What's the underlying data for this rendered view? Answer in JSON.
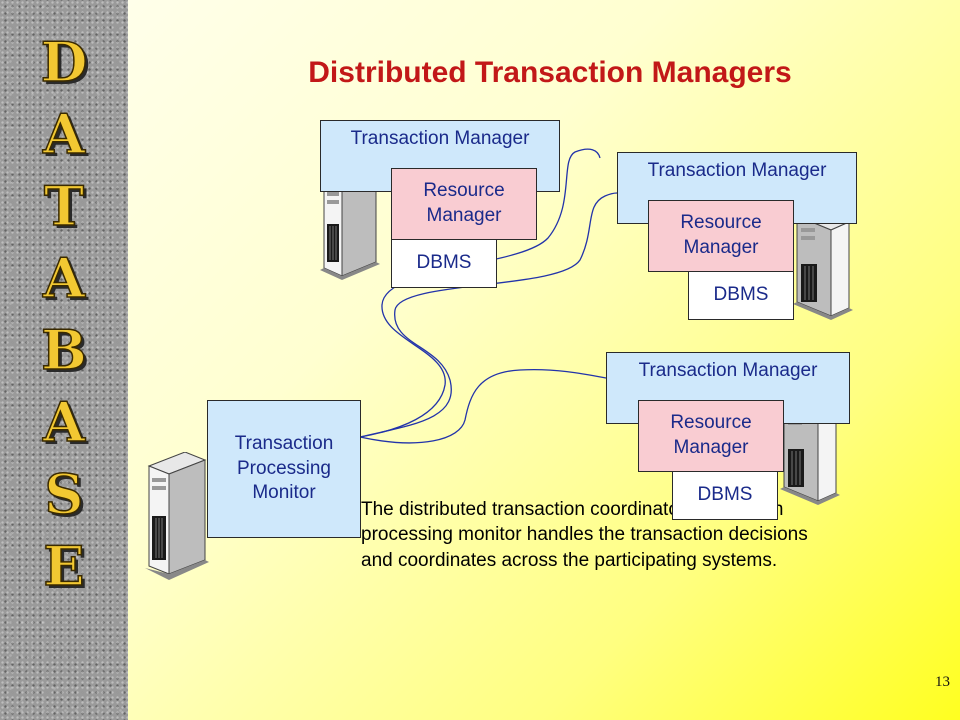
{
  "sidebar": {
    "letters": [
      "D",
      "A",
      "T",
      "A",
      "B",
      "A",
      "S",
      "E"
    ]
  },
  "title": "Distributed Transaction Managers",
  "nodes": [
    {
      "tm": "Transaction Manager",
      "rm": "Resource Manager",
      "dbms": "DBMS"
    },
    {
      "tm": "Transaction Manager",
      "rm": "Resource Manager",
      "dbms": "DBMS"
    },
    {
      "tm": "Transaction Manager",
      "rm": "Resource Manager",
      "dbms": "DBMS"
    }
  ],
  "tpm": {
    "label": "Transaction Processing Monitor"
  },
  "description": "The distributed transaction coordinator/transaction processing monitor handles the transaction decisions and coordinates across the participating systems.",
  "page_number": "13",
  "colors": {
    "title": "#c21818",
    "box_text": "#1a2a8a",
    "tm_fill": "#cfe8fb",
    "rm_fill": "#f9ccd2",
    "connector": "#2233aa"
  }
}
